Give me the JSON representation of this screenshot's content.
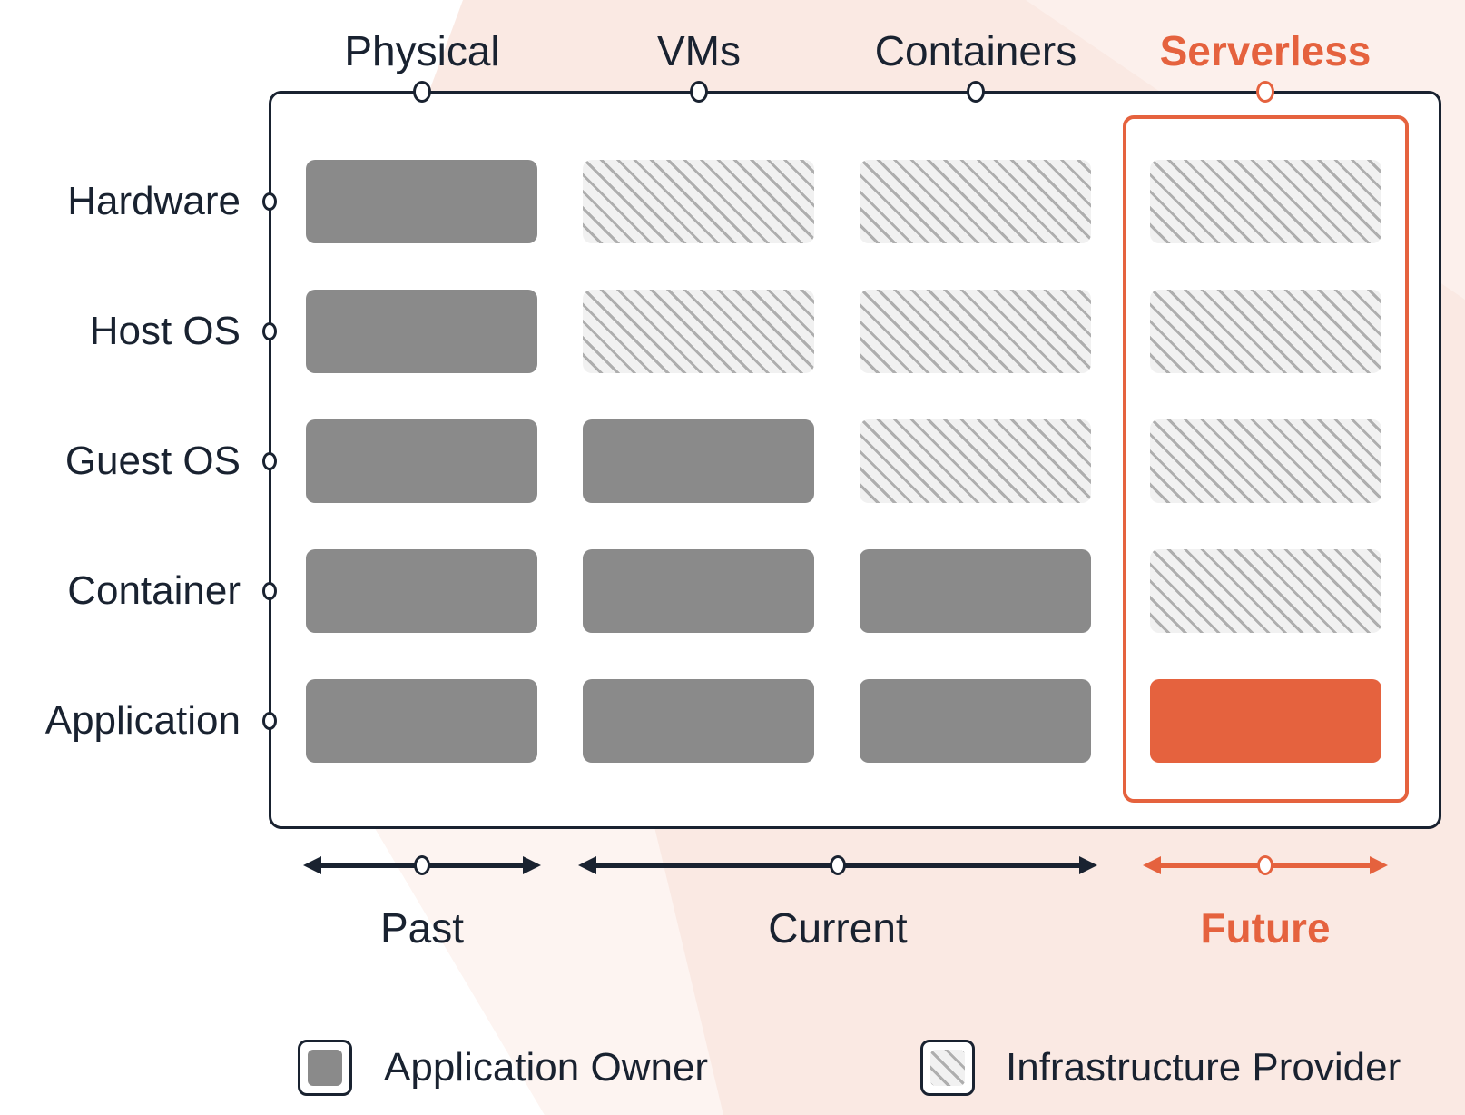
{
  "columns": [
    {
      "label": "Physical",
      "highlight": false
    },
    {
      "label": "VMs",
      "highlight": false
    },
    {
      "label": "Containers",
      "highlight": false
    },
    {
      "label": "Serverless",
      "highlight": true
    }
  ],
  "rows": [
    {
      "label": "Hardware"
    },
    {
      "label": "Host OS"
    },
    {
      "label": "Guest OS"
    },
    {
      "label": "Container"
    },
    {
      "label": "Application"
    }
  ],
  "matrix": [
    [
      "owner",
      "provider",
      "provider",
      "provider"
    ],
    [
      "owner",
      "provider",
      "provider",
      "provider"
    ],
    [
      "owner",
      "owner",
      "provider",
      "provider"
    ],
    [
      "owner",
      "owner",
      "owner",
      "provider"
    ],
    [
      "owner",
      "owner",
      "owner",
      "owner-highlight"
    ]
  ],
  "timeline": [
    {
      "label": "Past",
      "highlight": false
    },
    {
      "label": "Current",
      "highlight": false
    },
    {
      "label": "Future",
      "highlight": true
    }
  ],
  "legend": [
    {
      "label": "Application Owner",
      "swatch": "owner"
    },
    {
      "label": "Infrastructure Provider",
      "swatch": "provider"
    }
  ],
  "colors": {
    "ink": "#192230",
    "accent_orange": "#e5623e",
    "owner_gray": "#8a8a8a",
    "stripe_line": "#aeaeae",
    "stripe_bg": "#f1f1f1",
    "background_pink": "#fae9e3"
  }
}
